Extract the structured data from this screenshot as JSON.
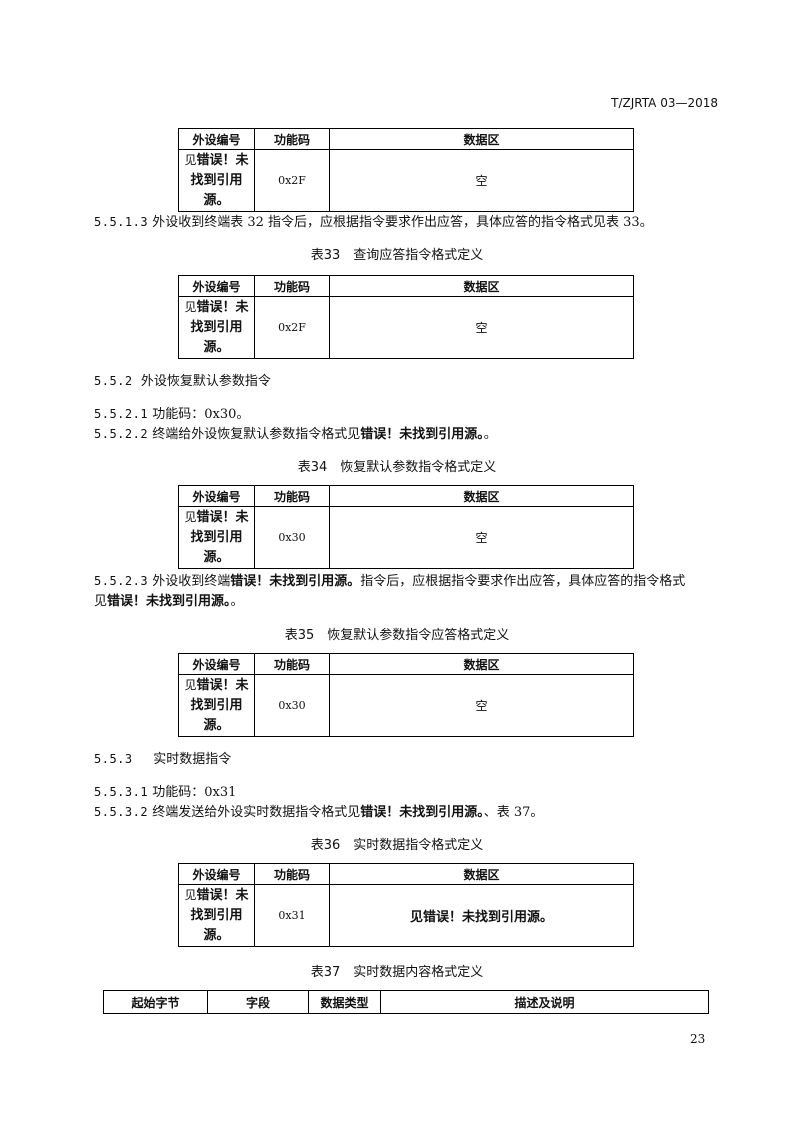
{
  "header": {
    "code": "T/ZJRTA 03—2018"
  },
  "table_header": {
    "col1": "外设编号",
    "col2": "功能码",
    "col3": "数据区"
  },
  "ref_error": "错误！未找到引用源。",
  "jian": "见",
  "tables": [
    {
      "code": "0x2F",
      "data": "空"
    },
    {
      "caption": "表33　查询应答指令格式定义",
      "code": "0x2F",
      "data": "空"
    },
    {
      "caption": "表34　恢复默认参数指令格式定义",
      "code": "0x30",
      "data": "空"
    },
    {
      "caption": "表35　恢复默认参数指令应答格式定义",
      "code": "0x30",
      "data": "空"
    },
    {
      "caption": "表36　实时数据指令格式定义",
      "code": "0x31",
      "data": "见错误！未找到引用源。"
    }
  ],
  "table37": {
    "caption": "表37　实时数据内容格式定义",
    "headers": [
      "起始字节",
      "字段",
      "数据类型",
      "描述及说明"
    ]
  },
  "paragraphs": {
    "p5513": {
      "num": "5.5.1.3",
      "text": "外设收到终端表 32 指令后，应根据指令要求作出应答，具体应答的指令格式见表 33。"
    },
    "h552": {
      "num": "5.5.2",
      "text": "外设恢复默认参数指令"
    },
    "p5521": {
      "num": "5.5.2.1",
      "text": "功能码：0x30。"
    },
    "p5522": {
      "num": "5.5.2.2",
      "pre": "终端给外设恢复默认参数指令格式见",
      "post": "。"
    },
    "p5523": {
      "num": "5.5.2.3",
      "pre": "外设收到终端",
      "mid": "指令后，应根据指令要求作出应答，具体应答的指令格式",
      "post": "。"
    },
    "h553": {
      "num": "5.5.3",
      "text": "实时数据指令"
    },
    "p5531": {
      "num": "5.5.3.1",
      "text": "功能码：0x31"
    },
    "p5532": {
      "num": "5.5.3.2",
      "pre": "终端发送给外设实时数据指令格式见",
      "post": "、表 37。"
    }
  },
  "page_number": "23"
}
